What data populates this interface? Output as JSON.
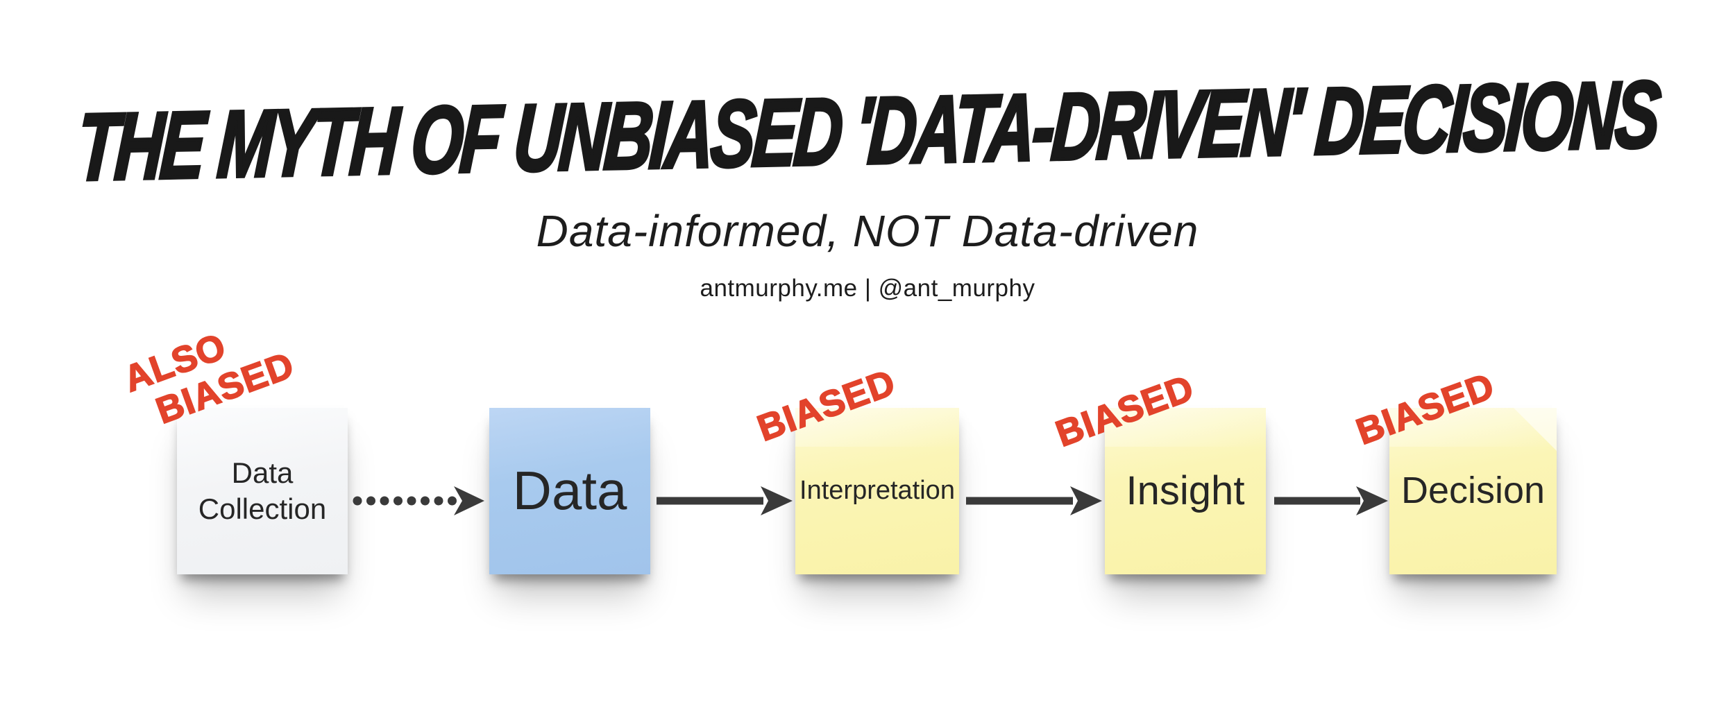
{
  "header": {
    "title": "THE MYTH OF UNBIASED 'DATA-DRIVEN' DECISIONS",
    "subtitle": "Data-informed, NOT Data-driven",
    "attribution": "antmurphy.me | @ant_murphy"
  },
  "colors": {
    "background": "#FFFFFF",
    "title_text": "#191919",
    "badge_red": "#E2432B",
    "arrow_gray": "#3A3A3A",
    "note_white": "#F4F5F7",
    "note_blue": "#A8CAEE",
    "note_yellow": "#FBF5B6",
    "note_text": "#262626"
  },
  "flow": {
    "also_badge": {
      "line1": "ALSO",
      "line2": "BIASED"
    },
    "notes": [
      {
        "id": "data-collection",
        "label": "Data Collection",
        "label_line1": "Data",
        "label_line2": "Collection",
        "color": "#F4F5F7",
        "badge": "ALSO BIASED"
      },
      {
        "id": "data",
        "label": "Data",
        "color": "#A8CAEE",
        "badge": ""
      },
      {
        "id": "interpretation",
        "label": "Interpretation",
        "color": "#FBF5B6",
        "badge": "BIASED"
      },
      {
        "id": "insight",
        "label": "Insight",
        "color": "#FBF5B6",
        "badge": "BIASED"
      },
      {
        "id": "decision",
        "label": "Decision",
        "color": "#FBF5B6",
        "badge": "BIASED"
      }
    ],
    "arrows": [
      {
        "from": "data-collection",
        "to": "data",
        "style": "dotted"
      },
      {
        "from": "data",
        "to": "interpretation",
        "style": "solid"
      },
      {
        "from": "interpretation",
        "to": "insight",
        "style": "solid"
      },
      {
        "from": "insight",
        "to": "decision",
        "style": "solid"
      }
    ]
  }
}
